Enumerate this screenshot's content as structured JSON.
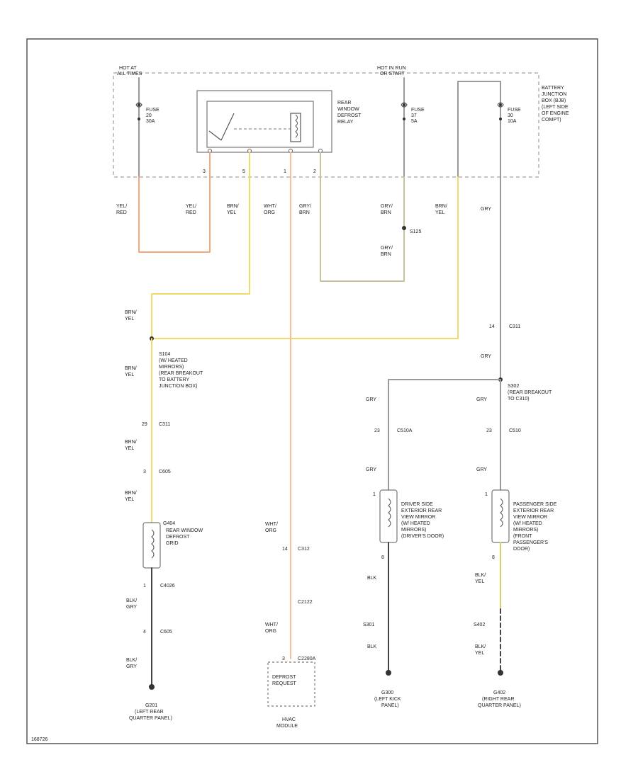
{
  "colors": {
    "yel_red": "#f5a97a",
    "brn_yel": "#eedc6a",
    "wht_org": "#f7bf94",
    "gry": "#9a9a9a",
    "gry_brn": "#c9c29a",
    "blk": "#444444",
    "blk_yel": "#d8d070"
  },
  "page_id": "168726",
  "top": {
    "hot_at_all_times": [
      "HOT AT",
      "ALL TIMES"
    ],
    "hot_in_run": [
      "HOT IN RUN",
      "OR START"
    ],
    "fuse_a": [
      "FUSE",
      "20",
      "30A"
    ],
    "fuse_b": [
      "FUSE",
      "37",
      "5A"
    ],
    "fuse_c": [
      "FUSE",
      "30",
      "10A"
    ],
    "relay": [
      "REAR",
      "WINDOW",
      "DEFROST",
      "RELAY"
    ],
    "bjb": [
      "BATTERY",
      "JUNCTION",
      "BOX (BJB)",
      "(LEFT SIDE",
      "OF ENGINE",
      "COMPT)"
    ],
    "pins": [
      "3",
      "5",
      "1",
      "2"
    ]
  },
  "wires": {
    "yel_red": [
      "YEL/",
      "RED"
    ],
    "brn_yel": [
      "BRN/",
      "YEL"
    ],
    "wht_org": [
      "WHT/",
      "ORG"
    ],
    "gry_brn": [
      "GRY/",
      "BRN"
    ],
    "gry": "GRY",
    "blk": "BLK",
    "blk_gry": [
      "BLK/",
      "GRY"
    ],
    "blk_yel": [
      "BLK/",
      "YEL"
    ]
  },
  "splices": {
    "s125": "S125",
    "s104": [
      "S104",
      "(W/ HEATED",
      "MIRRORS)",
      "(REAR BREAKOUT",
      "TO BATTERY",
      "JUNCTION BOX)"
    ],
    "s302": [
      "S302",
      "(REAR BREAKOUT",
      "TO C310)"
    ]
  },
  "connectors": {
    "c311_14": [
      "14",
      "C311"
    ],
    "c311_29": [
      "29",
      "C311"
    ],
    "c605": [
      "3",
      "C605"
    ],
    "c4026": [
      "1",
      "C4026"
    ],
    "c605_4": [
      "4",
      "C605"
    ],
    "c312": [
      "14",
      "C312"
    ],
    "c2122": "C2122",
    "c2280a": [
      "3",
      "C2280A"
    ],
    "c510a": [
      "23",
      "C510A"
    ],
    "c510b": [
      "23",
      "C510"
    ],
    "pin8a": "8",
    "pin8b": "8",
    "pin1a": "1",
    "pin1b": "1"
  },
  "components": {
    "rear_grid": [
      "G404",
      "REAR WINDOW",
      "DEFROST",
      "GRID"
    ],
    "driver_mirror": [
      "DRIVER SIDE",
      "EXTERIOR REAR",
      "VIEW MIRROR",
      "(W/ HEATED",
      "MIRRORS)",
      "(DRIVER'S DOOR)"
    ],
    "pass_mirror": [
      "PASSENGER SIDE",
      "EXTERIOR REAR",
      "VIEW MIRROR",
      "(W/ HEATED",
      "MIRRORS)",
      "(FRONT",
      "PASSENGER'S",
      "DOOR)"
    ],
    "hvac_inner": [
      "DEFROST",
      "REQUEST"
    ],
    "hvac_name": [
      "HVAC",
      "MODULE"
    ]
  },
  "grounds": {
    "g201": [
      "G201",
      "(LEFT REAR",
      "QUARTER PANEL)"
    ],
    "s301": "S301",
    "g300": [
      "G300",
      "(LEFT KICK",
      "PANEL)"
    ],
    "s402": "S402",
    "g402": [
      "G402",
      "(RIGHT REAR",
      "QUARTER PANEL)"
    ]
  }
}
